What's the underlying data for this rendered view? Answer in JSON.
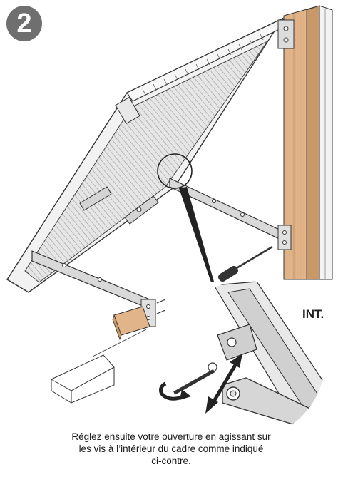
{
  "step": {
    "number": "2"
  },
  "labels": {
    "interior": "INT."
  },
  "caption": {
    "line1": "Réglez ensuite votre ouverture en agissant sur",
    "line2": "les vis à l’intérieur du cadre comme indiqué",
    "line3": "ci-contre."
  },
  "colors": {
    "badge": "#6f6f6f",
    "wood": "#e2b48a",
    "wood_dark": "#c99868",
    "metal": "#d4d4d4",
    "outline": "#333333"
  },
  "icons": [
    "rotate-arrow-icon",
    "double-arrow-icon",
    "screwdriver-icon"
  ]
}
